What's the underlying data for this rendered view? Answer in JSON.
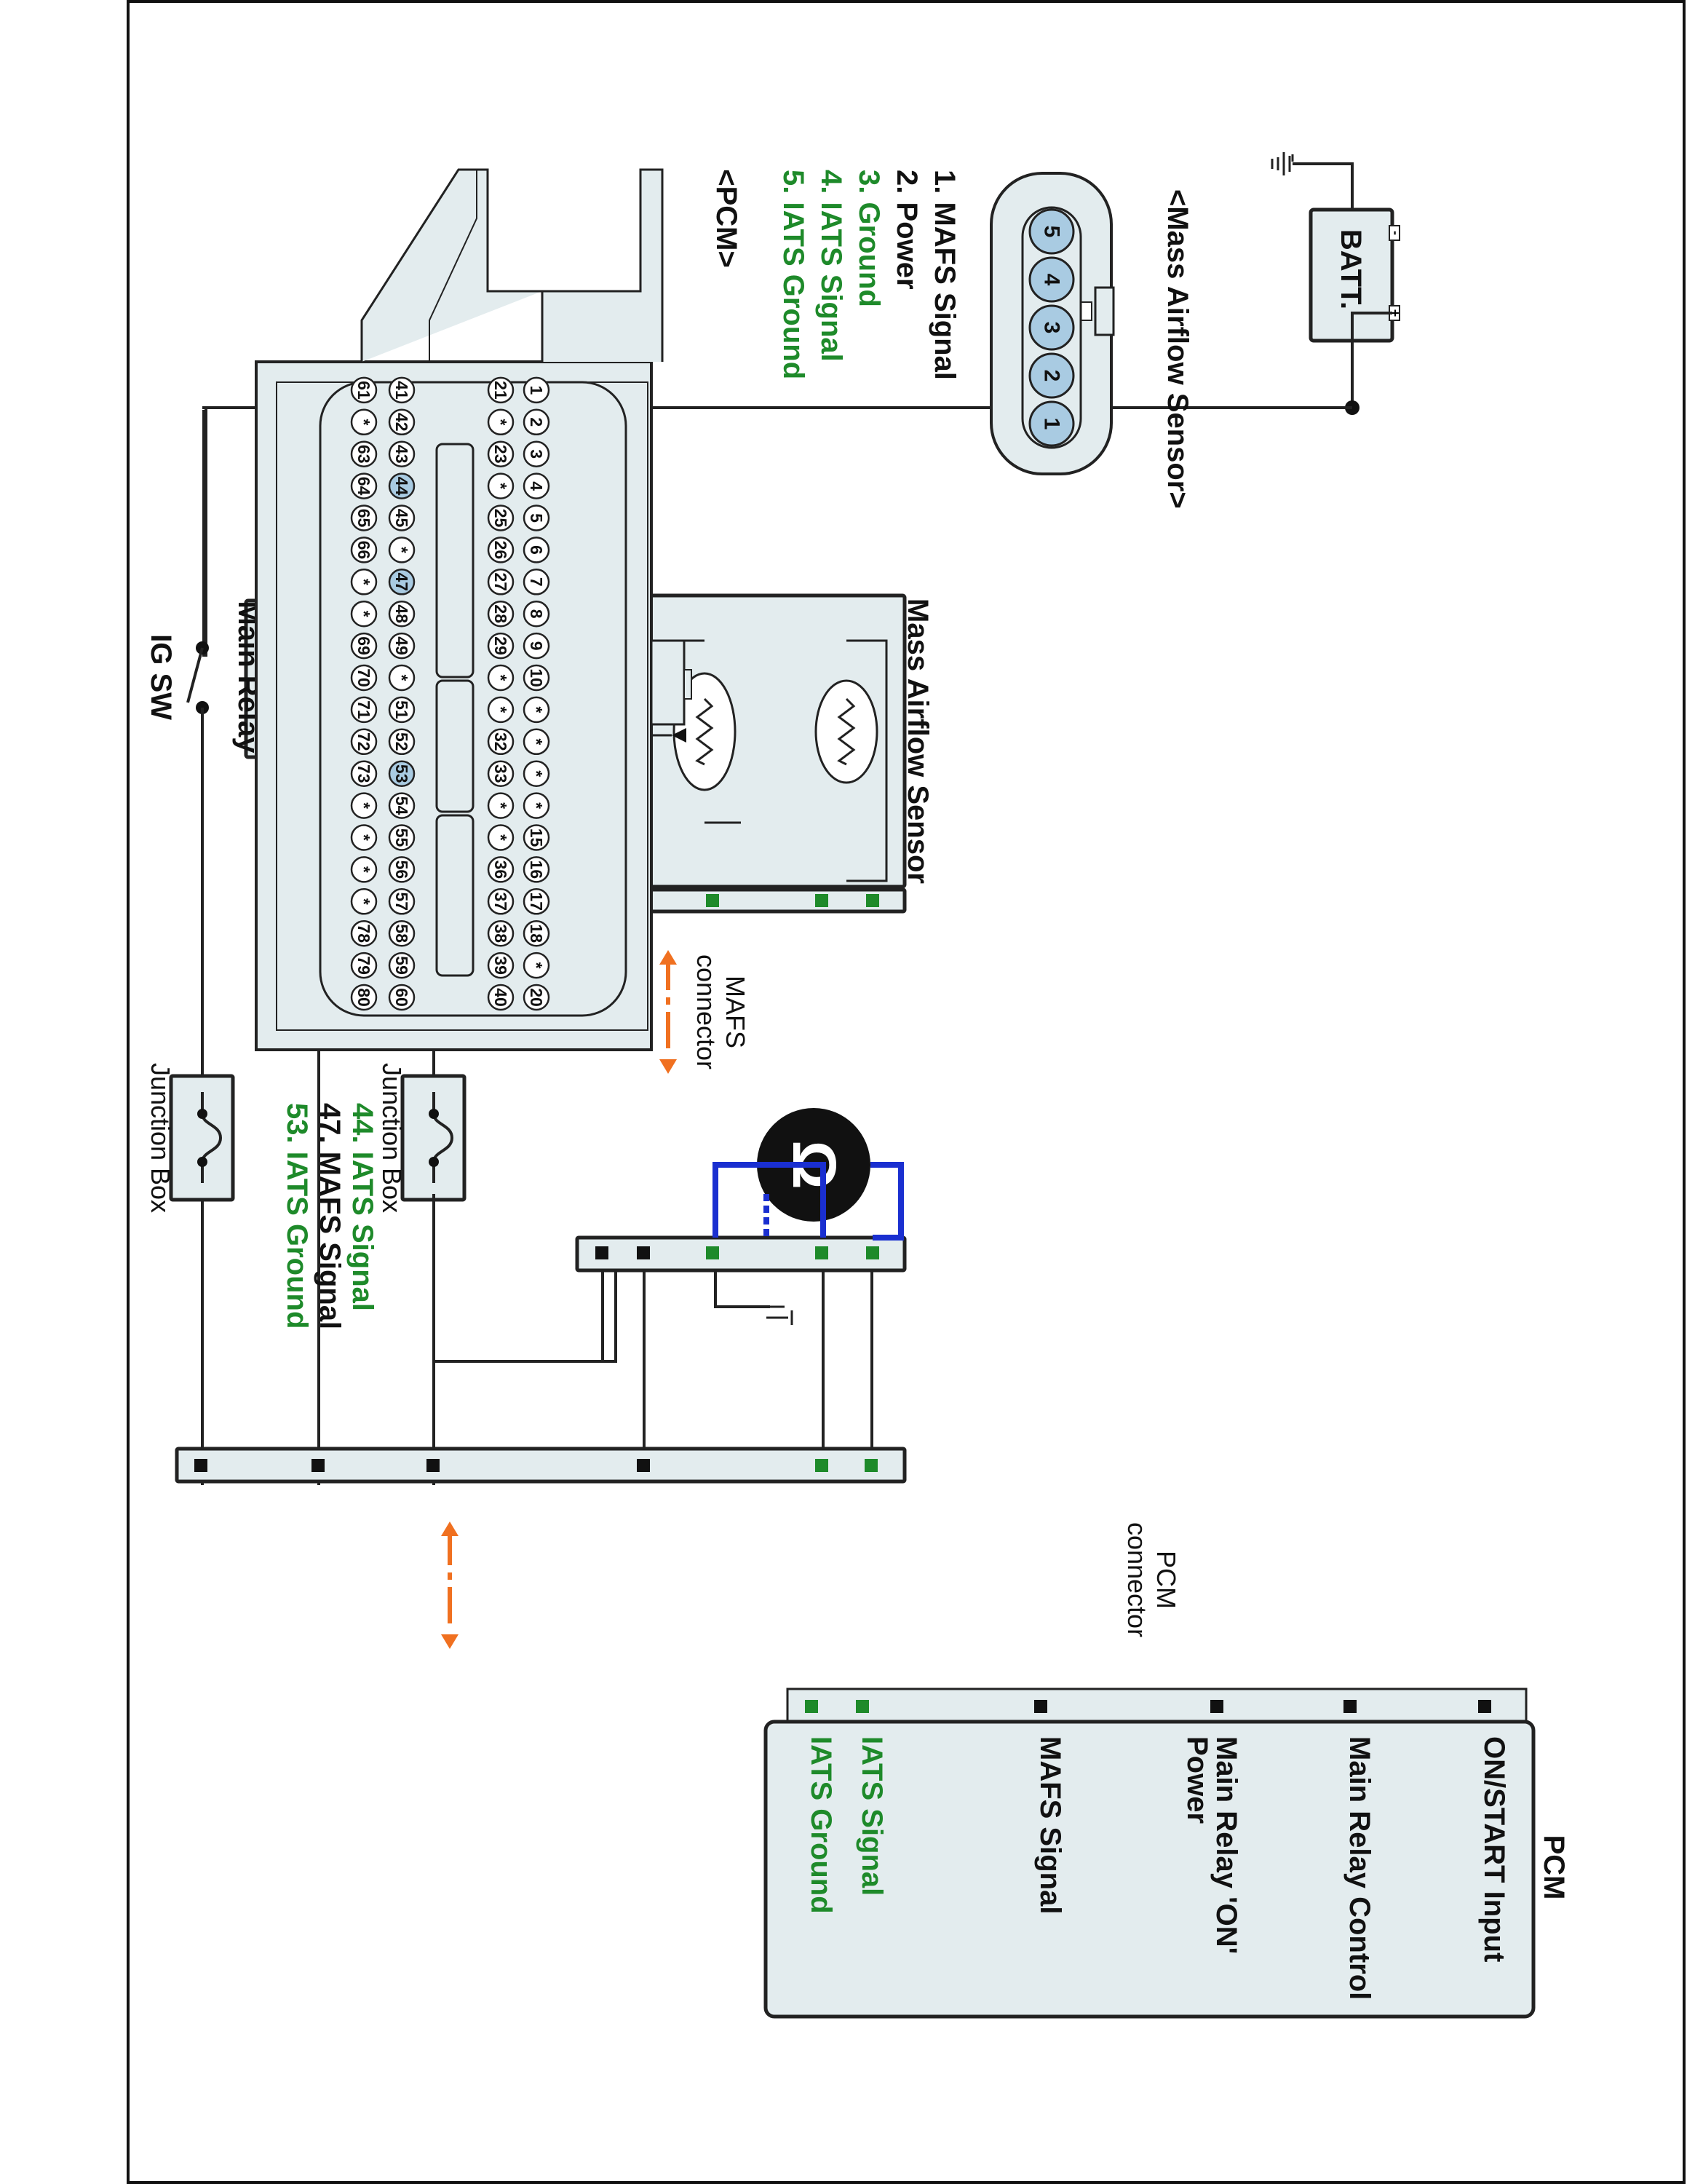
{
  "pcm_connector_view": {
    "title": "<PCM>",
    "row1": [
      "20",
      "*",
      "18",
      "17",
      "16",
      "15",
      "*",
      "*",
      "*",
      "*",
      "10",
      "9",
      "8",
      "7",
      "6",
      "5",
      "4",
      "3",
      "2",
      "1"
    ],
    "row2": [
      "40",
      "39",
      "38",
      "37",
      "36",
      "*",
      "*",
      "33",
      "32",
      "*",
      "*",
      "29",
      "28",
      "27",
      "26",
      "25",
      "*",
      "23",
      "*",
      "21"
    ],
    "row3": [
      "60",
      "59",
      "58",
      "57",
      "56",
      "55",
      "54",
      "53",
      "52",
      "51",
      "*",
      "49",
      "48",
      "47",
      "*",
      "45",
      "44",
      "43",
      "42",
      "41"
    ],
    "row4": [
      "80",
      "79",
      "78",
      "*",
      "*",
      "*",
      "*",
      "73",
      "72",
      "71",
      "70",
      "69",
      "*",
      "*",
      "66",
      "65",
      "64",
      "63",
      "*",
      "61"
    ],
    "highlighted": [
      "53",
      "47",
      "44"
    ],
    "legend": [
      {
        "text": "44. IATS Signal",
        "color": "#1e8a2a"
      },
      {
        "text": "47. MAFS Signal",
        "color": "#111111"
      },
      {
        "text": "53. IATS Ground",
        "color": "#1e8a2a"
      }
    ]
  },
  "mafs_connector_view": {
    "title": "<Mass Airflow Sensor>",
    "pins": [
      "5",
      "4",
      "3",
      "2",
      "1"
    ],
    "legend": [
      {
        "text": "1. MAFS Signal",
        "color": "#111111"
      },
      {
        "text": "2. Power",
        "color": "#111111"
      },
      {
        "text": "3. Ground",
        "color": "#1e8a2a"
      },
      {
        "text": "4. IATS Signal",
        "color": "#1e8a2a"
      },
      {
        "text": "5. IATS Ground",
        "color": "#1e8a2a"
      }
    ]
  },
  "circuit": {
    "battery": "BATT.",
    "battery_plus": "+",
    "battery_minus": "-",
    "ig_switch": "IG SW",
    "main_relay": "Main Relay",
    "junction_box_1": "Junction Box",
    "junction_box_2": "Junction Box",
    "mass_airflow_sensor": "Mass Airflow Sensor",
    "mafs_connector": [
      "MAFS",
      "connector"
    ],
    "pcm_connector": [
      "PCM",
      "connector"
    ],
    "ohm_symbol": "Ω",
    "pcm": {
      "title": "PCM",
      "terminals": [
        {
          "label": "ON/START Input",
          "color": "#111111"
        },
        {
          "label": "Main Relay Control",
          "color": "#111111"
        },
        {
          "label": [
            "Main Relay 'ON'",
            "Power"
          ],
          "color": "#111111"
        },
        {
          "label": "MAFS Signal",
          "color": "#111111"
        },
        {
          "label": "IATS Signal",
          "color": "#1e8a2a"
        },
        {
          "label": "IATS Ground",
          "color": "#1e8a2a"
        }
      ]
    }
  },
  "colors": {
    "accent_green": "#1e8a2a",
    "arrow_orange": "#f07020",
    "meter_wire_blue": "#1a2fd0",
    "component_fill": "#e3ecee",
    "pin_highlight": "#a9cbe2"
  }
}
